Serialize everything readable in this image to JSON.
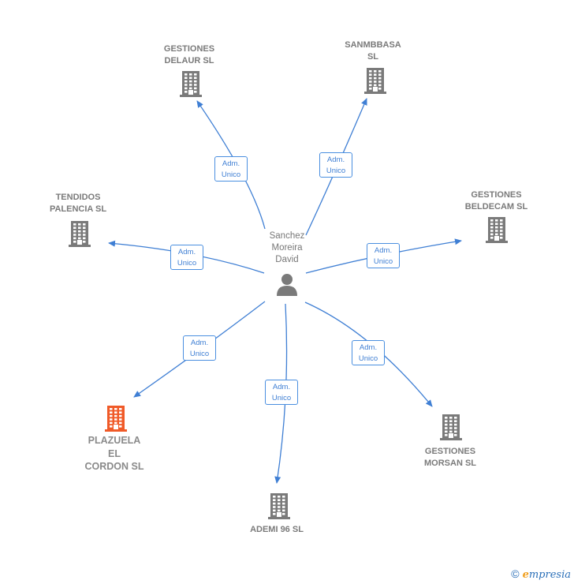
{
  "center": {
    "name": "Sanchez\nMoreira\nDavid",
    "icon": "person-icon"
  },
  "relations": [
    {
      "id": "delaur",
      "company": "GESTIONES\nDELAUR  SL",
      "role": "Adm.\nUnico",
      "highlight": false
    },
    {
      "id": "sanmbbasa",
      "company": "SANMBBASA\nSL",
      "role": "Adm.\nUnico",
      "highlight": false
    },
    {
      "id": "tendidos",
      "company": "TENDIDOS\nPALENCIA  SL",
      "role": "Adm.\nUnico",
      "highlight": false
    },
    {
      "id": "beldecam",
      "company": "GESTIONES\nBELDECAM  SL",
      "role": "Adm.\nUnico",
      "highlight": false
    },
    {
      "id": "plazuela",
      "company": "PLAZUELA\nEL\nCORDON  SL",
      "role": "Adm.\nUnico",
      "highlight": true
    },
    {
      "id": "ademi",
      "company": "ADEMI 96  SL",
      "role": "Adm.\nUnico",
      "highlight": false
    },
    {
      "id": "morsan",
      "company": "GESTIONES\nMORSAN SL",
      "role": "Adm.\nUnico",
      "highlight": false
    }
  ],
  "colors": {
    "edge": "#3f7fd4",
    "building": "#7a7a7a",
    "building_highlight": "#f05a28",
    "person": "#7a7a7a"
  },
  "watermark": {
    "copyright": "©",
    "brand_first": "e",
    "brand_rest": "mpresia"
  }
}
